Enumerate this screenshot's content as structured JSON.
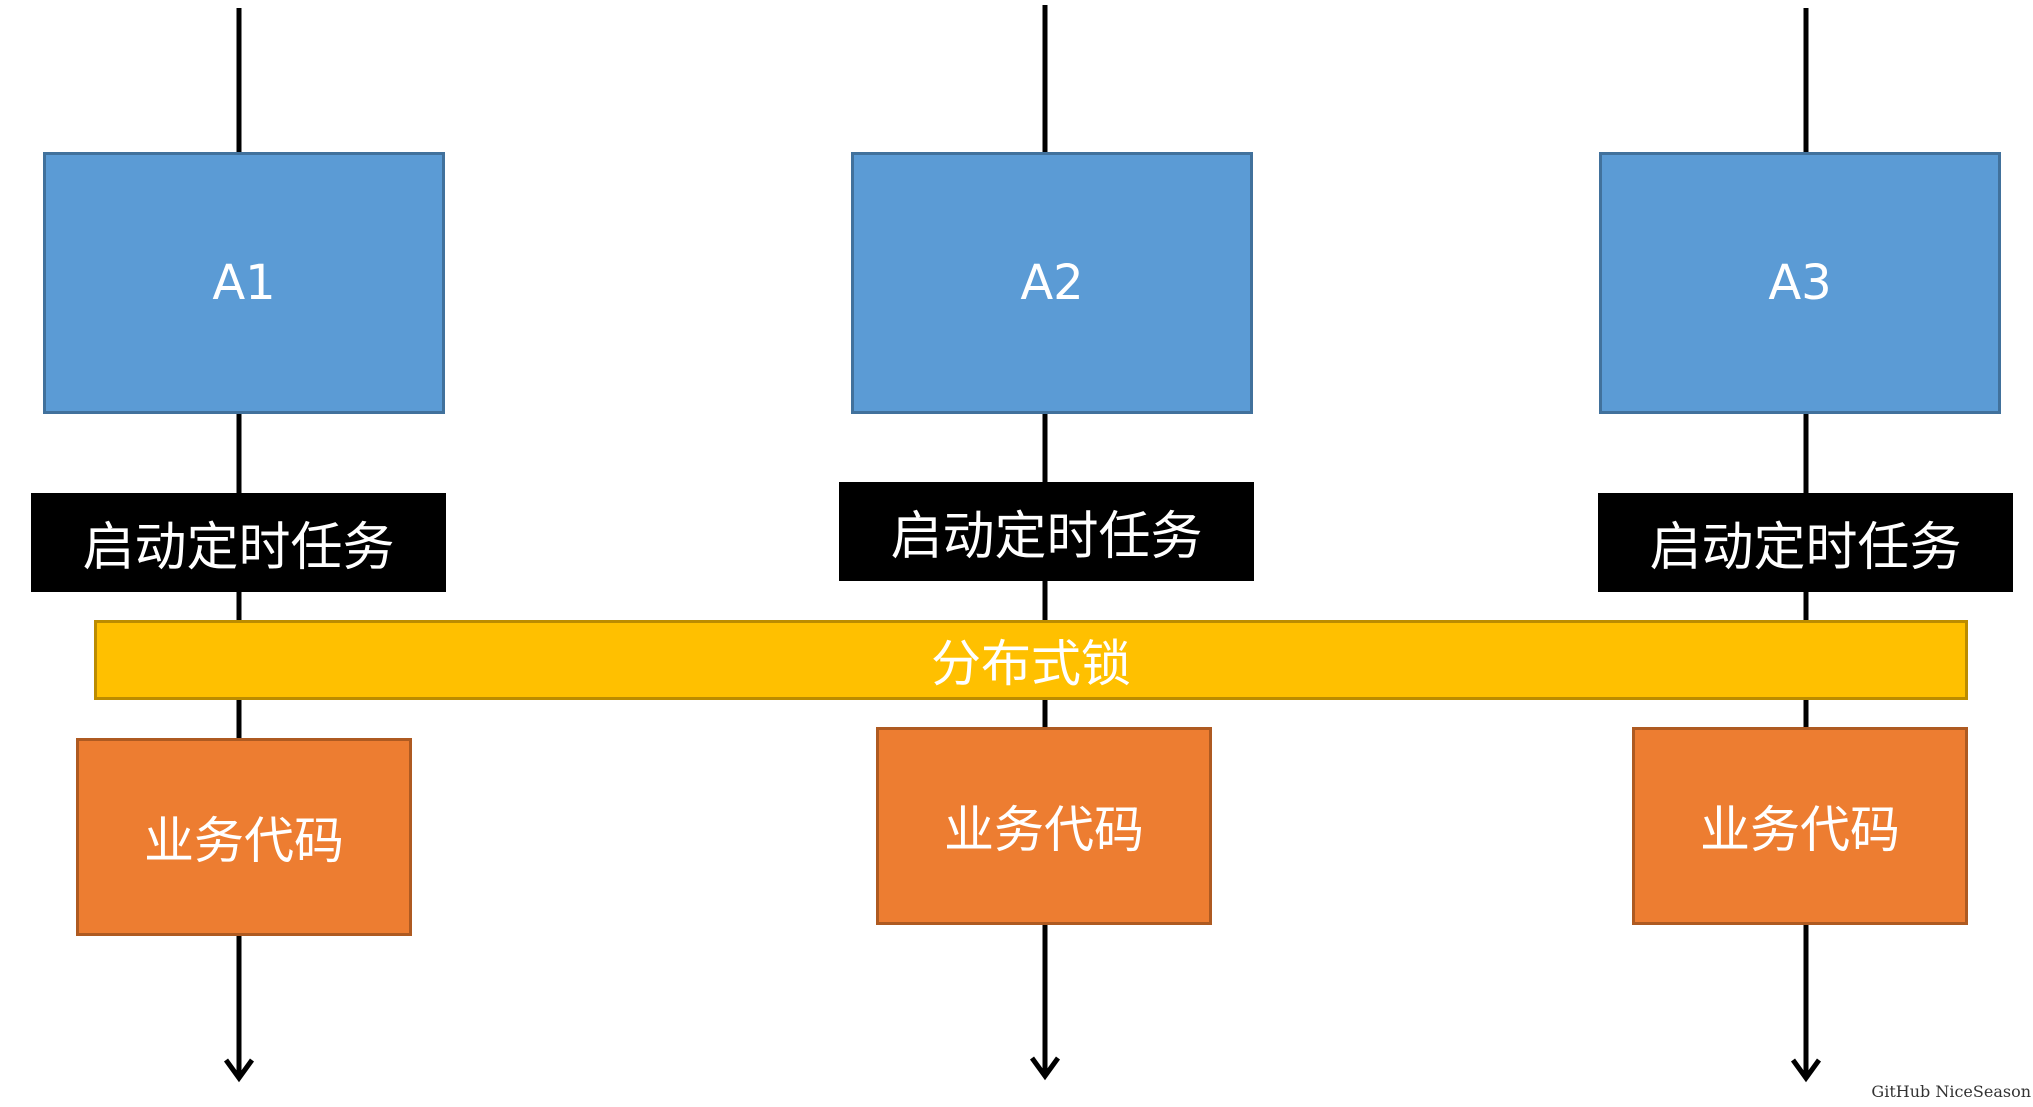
{
  "instances": [
    {
      "label": "A1"
    },
    {
      "label": "A2"
    },
    {
      "label": "A3"
    }
  ],
  "tasks": [
    {
      "label": "启动定时任务"
    },
    {
      "label": "启动定时任务"
    },
    {
      "label": "启动定时任务"
    }
  ],
  "lock": {
    "label": "分布式锁"
  },
  "business": [
    {
      "label": "业务代码"
    },
    {
      "label": "业务代码"
    },
    {
      "label": "业务代码"
    }
  ],
  "watermark": "GitHub NiceSeason",
  "colors": {
    "instance": "#5b9bd5",
    "task": "#000000",
    "lock": "#ffc000",
    "business": "#ed7d31",
    "line": "#000000"
  }
}
